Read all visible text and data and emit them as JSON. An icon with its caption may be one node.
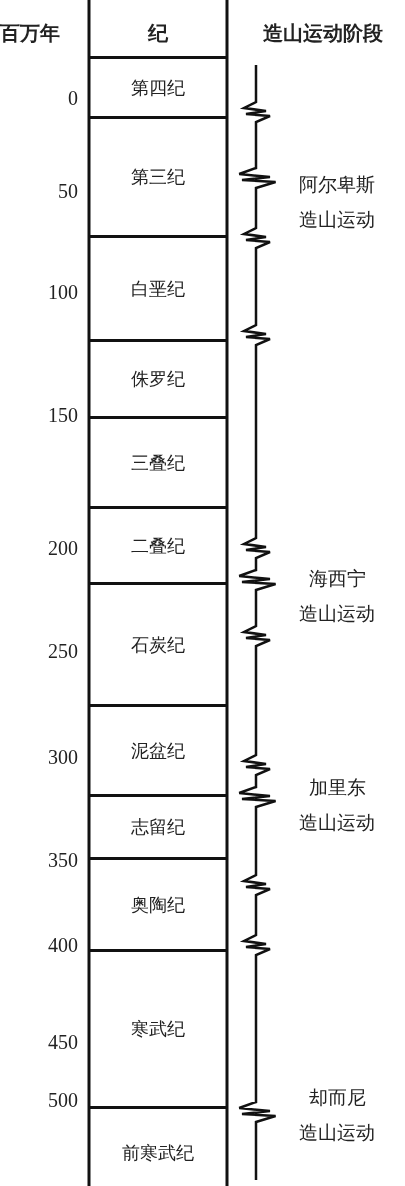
{
  "diagram": {
    "nodes": [
      {
        "text": [
          "第四纪"
        ]
      },
      {
        "text": [
          "第三纪"
        ]
      },
      {
        "text": [
          "白垩纪"
        ]
      },
      {
        "text": [
          "侏罗纪"
        ]
      },
      {
        "text": [
          "三叠纪"
        ]
      },
      {
        "text": [
          "二叠纪"
        ]
      },
      {
        "text": [
          "石炭纪"
        ]
      },
      {
        "text": [
          "泥盆纪"
        ]
      },
      {
        "text": [
          "志留纪"
        ]
      },
      {
        "text": [
          "奥陶纪"
        ]
      },
      {
        "text": [
          "寒武纪"
        ]
      },
      {
        "text": [
          "前寒武纪"
        ]
      }
    ],
    "edges": [],
    "labels": [
      "百万年",
      "纪",
      "造山运动阶段",
      "0",
      "50",
      "阿尔卑斯造山运动",
      "100",
      "150",
      "200",
      "海西宁造山运动",
      "250",
      "300",
      "加里东造山运动",
      "350",
      "400",
      "450",
      "500",
      "却而尼造山运动"
    ]
  }
}
